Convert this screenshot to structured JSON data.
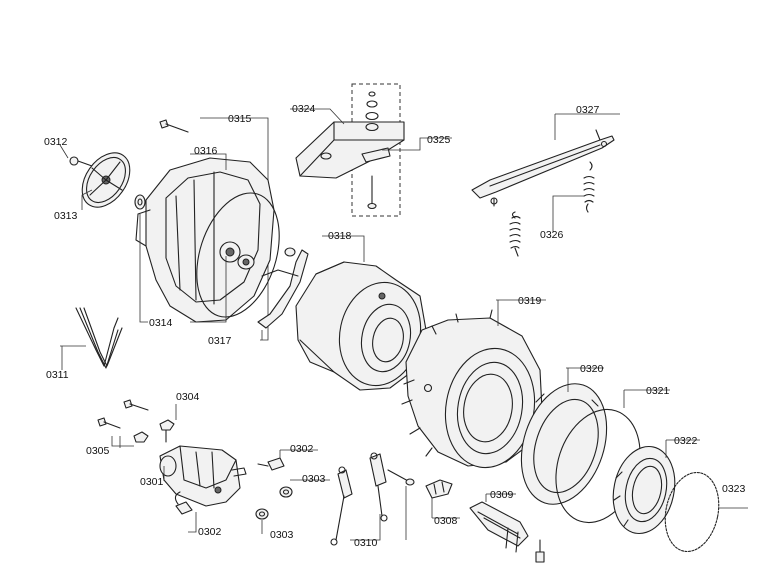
{
  "labels": {
    "p0301": "0301",
    "p0302a": "0302",
    "p0302b": "0302",
    "p0303a": "0303",
    "p0303b": "0303",
    "p0304": "0304",
    "p0305": "0305",
    "p0308": "0308",
    "p0309": "0309",
    "p0310": "0310",
    "p0311": "0311",
    "p0312": "0312",
    "p0313": "0313",
    "p0314": "0314",
    "p0315": "0315",
    "p0316": "0316",
    "p0317": "0317",
    "p0318": "0318",
    "p0319": "0319",
    "p0320": "0320",
    "p0321": "0321",
    "p0322": "0322",
    "p0323": "0323",
    "p0324": "0324",
    "p0325": "0325",
    "p0326": "0326",
    "p0327": "0327"
  }
}
